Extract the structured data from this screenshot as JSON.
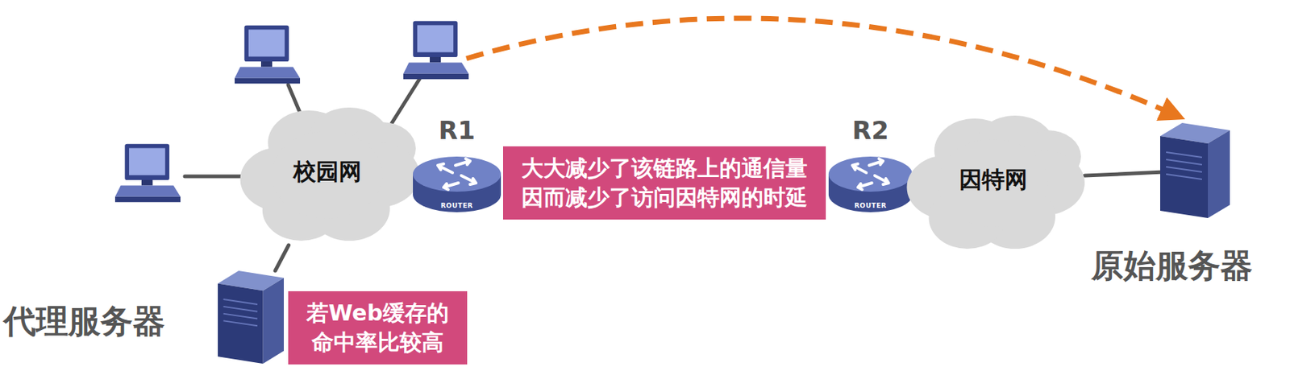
{
  "diagram": {
    "nodes": [
      {
        "text": [
          "校园网"
        ]
      },
      {
        "text": [
          "R1",
          "ROUTER"
        ]
      },
      {
        "text": [
          "大大减少了该链路上的通信量 因而减少了访问因特网的时延"
        ]
      },
      {
        "text": [
          "R2",
          "ROUTER"
        ]
      },
      {
        "text": [
          "因特网"
        ]
      },
      {
        "text": [
          "原始服务器"
        ]
      },
      {
        "text": [
          "代理服务器"
        ]
      },
      {
        "text": [
          "若Web缓存的 命中率比较高"
        ]
      }
    ],
    "edges": [
      {
        "from": 0,
        "to": 6,
        "arrow": "none"
      },
      {
        "from": 4,
        "to": 5,
        "arrow": "none"
      }
    ]
  }
}
